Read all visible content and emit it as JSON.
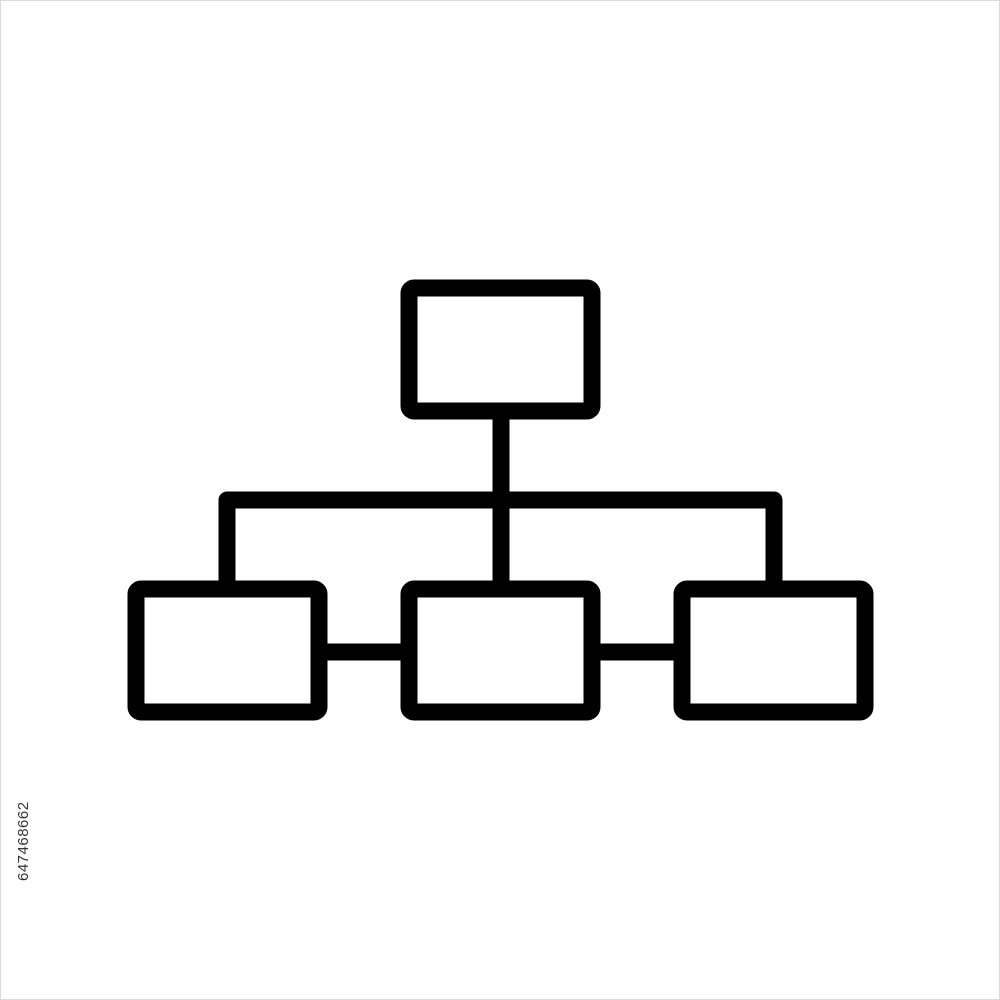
{
  "diagram": {
    "type": "hierarchy-icon",
    "stroke_color": "#000000",
    "background_color": "#ffffff",
    "nodes": [
      {
        "id": "top-box",
        "level": 0
      },
      {
        "id": "left-box",
        "level": 1
      },
      {
        "id": "center-box",
        "level": 1
      },
      {
        "id": "right-box",
        "level": 1
      }
    ],
    "edges": [
      {
        "from": "top-box",
        "to": "left-box"
      },
      {
        "from": "top-box",
        "to": "center-box"
      },
      {
        "from": "top-box",
        "to": "right-box"
      },
      {
        "from": "left-box",
        "to": "center-box"
      },
      {
        "from": "center-box",
        "to": "right-box"
      }
    ]
  },
  "watermark": {
    "stock_id": "647468662",
    "text_color": "#333333"
  }
}
